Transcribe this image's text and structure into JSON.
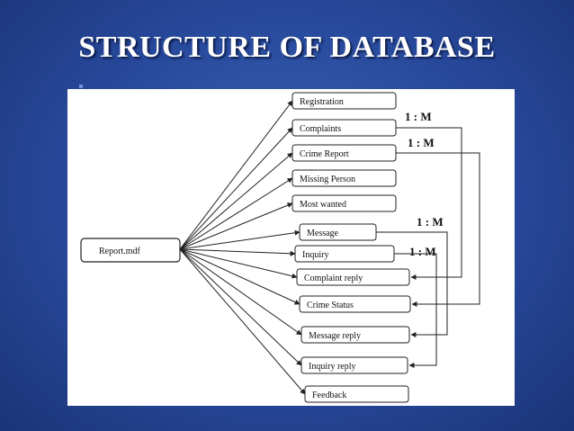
{
  "title": "STRUCTURE OF DATABASE",
  "diagram": {
    "root": "Report.mdf",
    "tables": [
      "Registration",
      "Complaints",
      "Crime Report",
      "Missing Person",
      "Most wanted",
      "Message",
      "Inquiry",
      "Complaint reply",
      "Crime Status",
      "Message reply",
      "Inquiry reply",
      "Feedback"
    ],
    "relations": [
      {
        "from": "Complaints",
        "to": "Complaint reply",
        "cardinality": "1 : M"
      },
      {
        "from": "Crime Report",
        "to": "Crime Status",
        "cardinality": "1 : M"
      },
      {
        "from": "Message",
        "to": "Message reply",
        "cardinality": "1 : M"
      },
      {
        "from": "Inquiry",
        "to": "Inquiry reply",
        "cardinality": "1 : M"
      }
    ]
  }
}
